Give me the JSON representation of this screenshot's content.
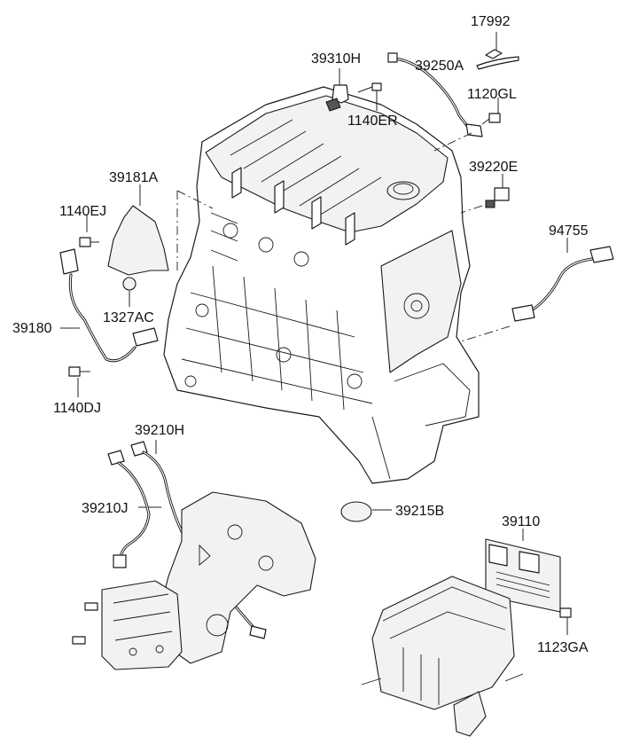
{
  "diagram": {
    "parts": [
      {
        "id": "p17992",
        "label": "17992"
      },
      {
        "id": "p39310H",
        "label": "39310H"
      },
      {
        "id": "p39250A",
        "label": "39250A"
      },
      {
        "id": "p1120GL",
        "label": "1120GL"
      },
      {
        "id": "p1140ER",
        "label": "1140ER"
      },
      {
        "id": "p39220E",
        "label": "39220E"
      },
      {
        "id": "p39181A",
        "label": "39181A"
      },
      {
        "id": "p1140EJ",
        "label": "1140EJ"
      },
      {
        "id": "p94755",
        "label": "94755"
      },
      {
        "id": "p1327AC",
        "label": "1327AC"
      },
      {
        "id": "p39180",
        "label": "39180"
      },
      {
        "id": "p1140DJ",
        "label": "1140DJ"
      },
      {
        "id": "p39210H",
        "label": "39210H"
      },
      {
        "id": "p39210J",
        "label": "39210J"
      },
      {
        "id": "p39215B",
        "label": "39215B"
      },
      {
        "id": "p39110",
        "label": "39110"
      },
      {
        "id": "p1123GA",
        "label": "1123GA"
      }
    ]
  }
}
